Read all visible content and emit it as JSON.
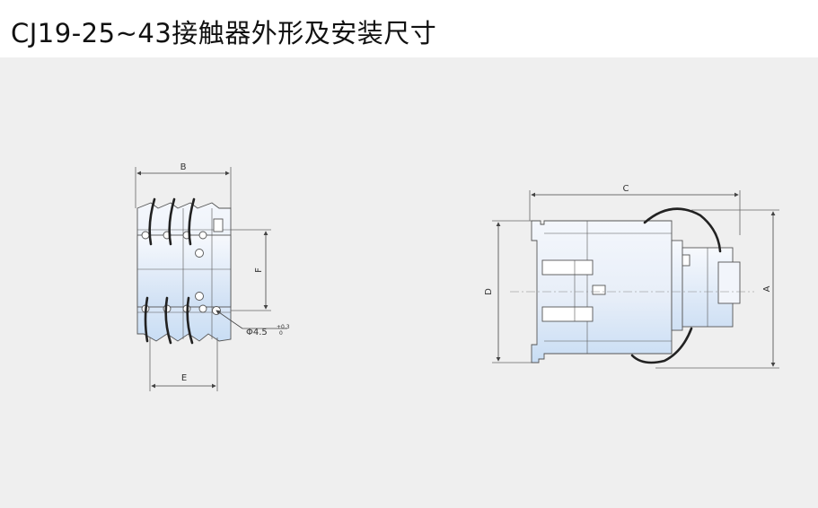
{
  "title": "CJ19-25~43接触器外形及安装尺寸",
  "side_view": {
    "dim_B": "B",
    "dim_F": "F",
    "dim_E": "E",
    "hole_diameter": "Φ4.5",
    "hole_tol_upper": "+0.3",
    "hole_tol_lower": "0"
  },
  "front_view": {
    "dim_C": "C",
    "dim_D": "D",
    "dim_A": "A"
  },
  "colors": {
    "background": "#efefef",
    "outline": "#555555",
    "body_fill": "#eef3fb",
    "body_fill_dark": "#c9def5",
    "wire": "#222222"
  }
}
